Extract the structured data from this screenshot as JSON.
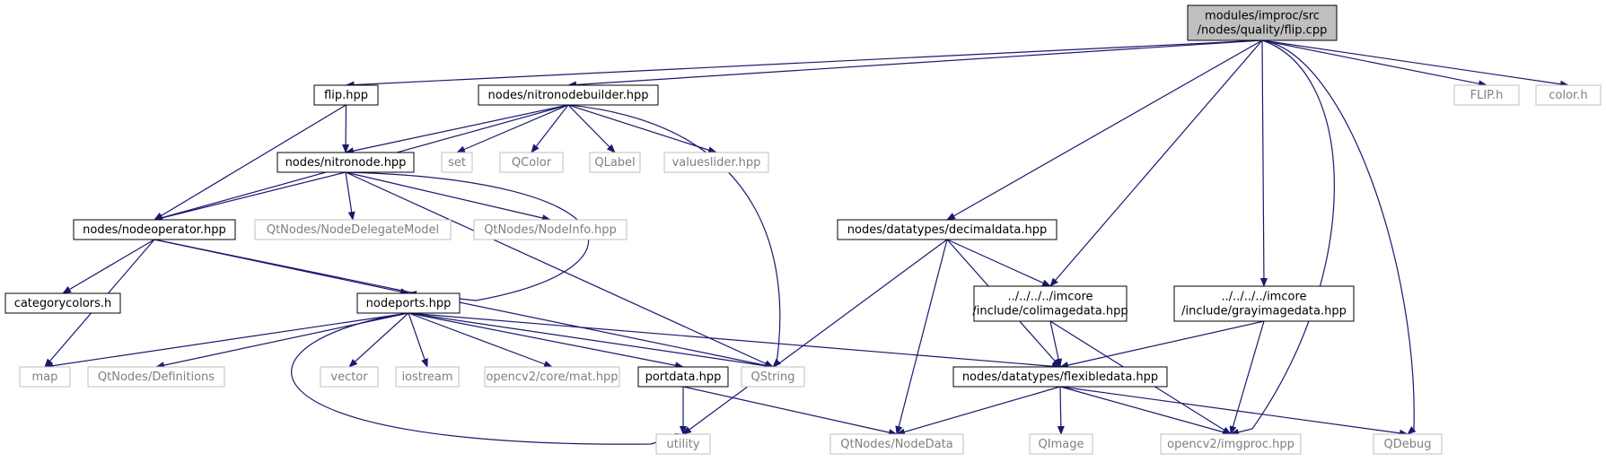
{
  "colors": {
    "edge": "#191970",
    "root_fill": "#bfbfbf",
    "box_border": "#000000",
    "external_border": "#bfbfbf",
    "external_text": "#7f7f7f",
    "text": "#000000",
    "background": "#ffffff"
  },
  "nodes": [
    {
      "id": "root",
      "lines": [
        "modules/improc/src",
        "/nodes/quality/flip.cpp"
      ],
      "kind": "root"
    },
    {
      "id": "flip_hpp",
      "lines": [
        "flip.hpp"
      ],
      "kind": "file"
    },
    {
      "id": "nitronodebuilder",
      "lines": [
        "nodes/nitronodebuilder.hpp"
      ],
      "kind": "file"
    },
    {
      "id": "nitronode",
      "lines": [
        "nodes/nitronode.hpp"
      ],
      "kind": "file"
    },
    {
      "id": "set",
      "lines": [
        "set"
      ],
      "kind": "external"
    },
    {
      "id": "qcolor",
      "lines": [
        "QColor"
      ],
      "kind": "external"
    },
    {
      "id": "qlabel",
      "lines": [
        "QLabel"
      ],
      "kind": "external"
    },
    {
      "id": "valueslider",
      "lines": [
        "valueslider.hpp"
      ],
      "kind": "external"
    },
    {
      "id": "flip_h",
      "lines": [
        "FLIP.h"
      ],
      "kind": "external"
    },
    {
      "id": "color_h",
      "lines": [
        "color.h"
      ],
      "kind": "external"
    },
    {
      "id": "nodeoperator",
      "lines": [
        "nodes/nodeoperator.hpp"
      ],
      "kind": "file"
    },
    {
      "id": "delegatemodel",
      "lines": [
        "QtNodes/NodeDelegateModel"
      ],
      "kind": "external"
    },
    {
      "id": "nodeinfo",
      "lines": [
        "QtNodes/NodeInfo.hpp"
      ],
      "kind": "external"
    },
    {
      "id": "decimaldata",
      "lines": [
        "nodes/datatypes/decimaldata.hpp"
      ],
      "kind": "file"
    },
    {
      "id": "categorycolors",
      "lines": [
        "categorycolors.h"
      ],
      "kind": "file"
    },
    {
      "id": "nodeports",
      "lines": [
        "nodeports.hpp"
      ],
      "kind": "file"
    },
    {
      "id": "colimagedata",
      "lines": [
        "../../../../imcore",
        "/include/colimagedata.hpp"
      ],
      "kind": "file"
    },
    {
      "id": "grayimagedata",
      "lines": [
        "../../../../imcore",
        "/include/grayimagedata.hpp"
      ],
      "kind": "file"
    },
    {
      "id": "map",
      "lines": [
        "map"
      ],
      "kind": "external"
    },
    {
      "id": "definitions",
      "lines": [
        "QtNodes/Definitions"
      ],
      "kind": "external"
    },
    {
      "id": "vector",
      "lines": [
        "vector"
      ],
      "kind": "external"
    },
    {
      "id": "iostream",
      "lines": [
        "iostream"
      ],
      "kind": "external"
    },
    {
      "id": "matcore",
      "lines": [
        "opencv2/core/mat.hpp"
      ],
      "kind": "external"
    },
    {
      "id": "portdata",
      "lines": [
        "portdata.hpp"
      ],
      "kind": "file"
    },
    {
      "id": "qstring",
      "lines": [
        "QString"
      ],
      "kind": "external"
    },
    {
      "id": "flexibledata",
      "lines": [
        "nodes/datatypes/flexibledata.hpp"
      ],
      "kind": "file"
    },
    {
      "id": "utility",
      "lines": [
        "utility"
      ],
      "kind": "external"
    },
    {
      "id": "nodedata",
      "lines": [
        "QtNodes/NodeData"
      ],
      "kind": "external"
    },
    {
      "id": "qimage",
      "lines": [
        "QImage"
      ],
      "kind": "external"
    },
    {
      "id": "imgproc",
      "lines": [
        "opencv2/imgproc.hpp"
      ],
      "kind": "external"
    },
    {
      "id": "qdebug",
      "lines": [
        "QDebug"
      ],
      "kind": "external"
    }
  ],
  "edges": [
    [
      "root",
      "flip_hpp"
    ],
    [
      "root",
      "nitronodebuilder"
    ],
    [
      "root",
      "decimaldata"
    ],
    [
      "root",
      "colimagedata"
    ],
    [
      "root",
      "grayimagedata"
    ],
    [
      "root",
      "imgproc"
    ],
    [
      "root",
      "qdebug"
    ],
    [
      "root",
      "flip_h"
    ],
    [
      "root",
      "color_h"
    ],
    [
      "flip_hpp",
      "nitronode"
    ],
    [
      "flip_hpp",
      "nodeoperator"
    ],
    [
      "nitronodebuilder",
      "nitronode"
    ],
    [
      "nitronodebuilder",
      "nodeoperator"
    ],
    [
      "nitronodebuilder",
      "set"
    ],
    [
      "nitronodebuilder",
      "qcolor"
    ],
    [
      "nitronodebuilder",
      "qlabel"
    ],
    [
      "nitronodebuilder",
      "valueslider"
    ],
    [
      "nitronodebuilder",
      "qstring"
    ],
    [
      "nitronode",
      "nodeoperator"
    ],
    [
      "nitronode",
      "delegatemodel"
    ],
    [
      "nitronode",
      "nodeinfo"
    ],
    [
      "nitronode",
      "nodeports"
    ],
    [
      "nitronode",
      "qstring"
    ],
    [
      "nodeoperator",
      "categorycolors"
    ],
    [
      "nodeoperator",
      "nodeports"
    ],
    [
      "nodeoperator",
      "map"
    ],
    [
      "nodeoperator",
      "qstring"
    ],
    [
      "nodeports",
      "map"
    ],
    [
      "nodeports",
      "definitions"
    ],
    [
      "nodeports",
      "vector"
    ],
    [
      "nodeports",
      "iostream"
    ],
    [
      "nodeports",
      "matcore"
    ],
    [
      "nodeports",
      "portdata"
    ],
    [
      "nodeports",
      "qstring"
    ],
    [
      "nodeports",
      "flexibledata"
    ],
    [
      "nodeports",
      "utility"
    ],
    [
      "portdata",
      "utility"
    ],
    [
      "portdata",
      "nodedata"
    ],
    [
      "decimaldata",
      "colimagedata"
    ],
    [
      "decimaldata",
      "flexibledata"
    ],
    [
      "decimaldata",
      "nodedata"
    ],
    [
      "decimaldata",
      "utility"
    ],
    [
      "colimagedata",
      "flexibledata"
    ],
    [
      "colimagedata",
      "imgproc"
    ],
    [
      "grayimagedata",
      "flexibledata"
    ],
    [
      "grayimagedata",
      "imgproc"
    ],
    [
      "flexibledata",
      "nodedata"
    ],
    [
      "flexibledata",
      "qimage"
    ],
    [
      "flexibledata",
      "imgproc"
    ],
    [
      "flexibledata",
      "qdebug"
    ]
  ]
}
